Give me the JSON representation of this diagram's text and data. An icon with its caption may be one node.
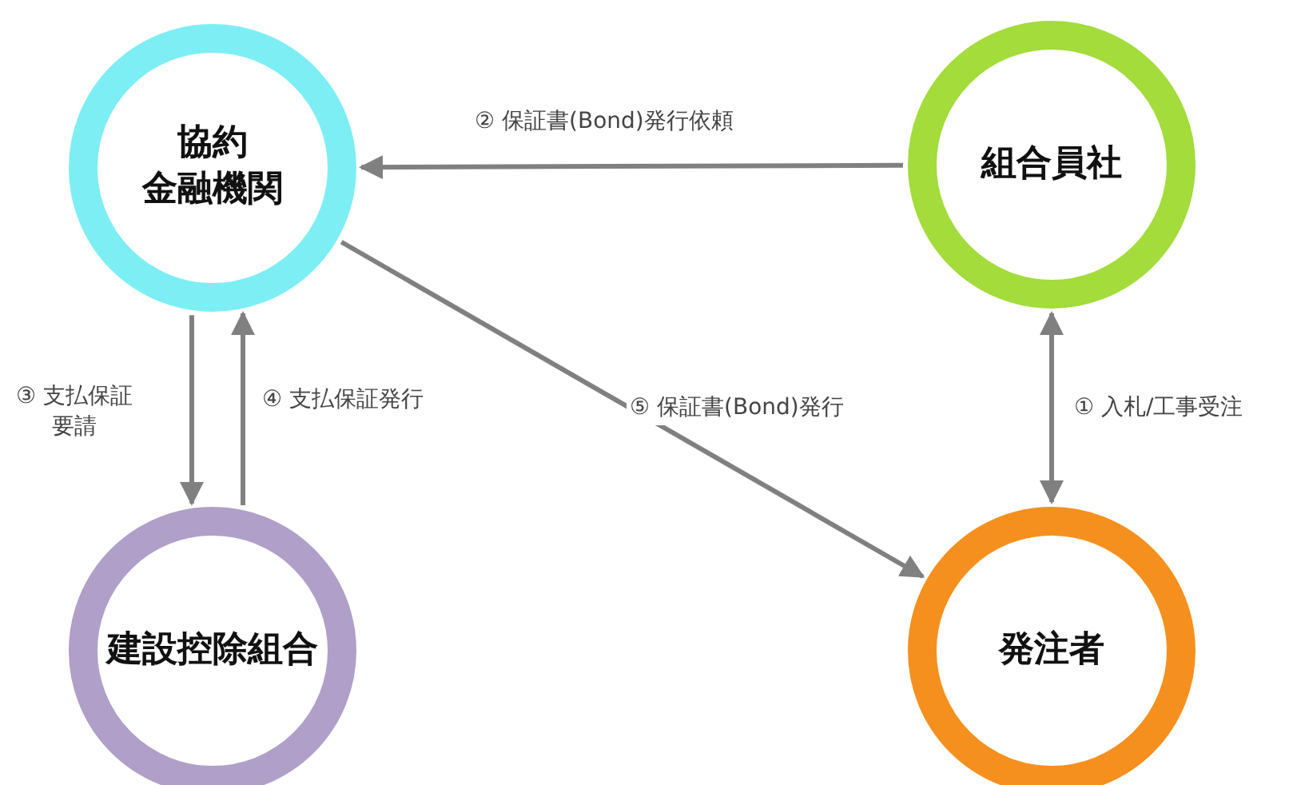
{
  "diagram": {
    "nodes": [
      {
        "text": [
          "協約金融機関"
        ]
      },
      {
        "text": [
          "組合員社"
        ]
      },
      {
        "text": [
          "建設控除組合"
        ]
      },
      {
        "text": [
          "発注者"
        ]
      }
    ],
    "edges": [
      {
        "from": 1,
        "to": 0,
        "arrow": "to",
        "label": "② 保証書(Bond)発行依頼"
      },
      {
        "from": 3,
        "to": 1,
        "arrow": "both",
        "label": "① 入札/工事受注"
      },
      {
        "from": 0,
        "to": 2,
        "arrow": "to",
        "label": "③ 支払保証要請"
      },
      {
        "from": 2,
        "to": 0,
        "arrow": "to",
        "label": "④ 支払保証発行"
      },
      {
        "from": 0,
        "to": 3,
        "arrow": "to",
        "label": "⑤ 保証書(Bond)発行"
      }
    ]
  }
}
